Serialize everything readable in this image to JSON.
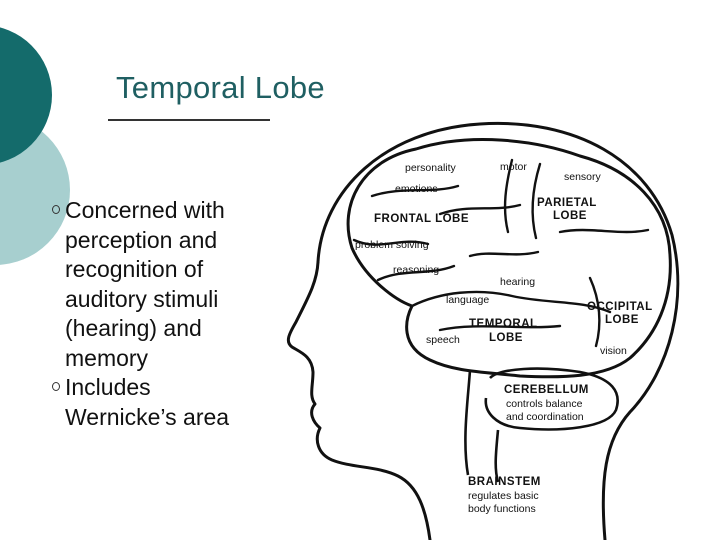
{
  "slide": {
    "title": "Temporal Lobe",
    "bullets": [
      {
        "lines": [
          "Concerned with",
          "perception and",
          "recognition of",
          "auditory stimuli",
          "(hearing) and",
          "memory"
        ]
      },
      {
        "lines": [
          "Includes",
          "Wernicke’s area"
        ]
      }
    ]
  },
  "diagram": {
    "labels": {
      "personality": "personality",
      "motor": "motor",
      "sensory": "sensory",
      "emotions": "emotions",
      "parietal_1": "PARIETAL",
      "parietal_2": "LOBE",
      "frontal": "FRONTAL LOBE",
      "problem_solving": "problem solving",
      "reasoning": "reasoning",
      "hearing": "hearing",
      "language": "language",
      "occipital_1": "OCCIPITAL",
      "occipital_2": "LOBE",
      "temporal_1": "TEMPORAL",
      "temporal_2": "LOBE",
      "speech": "speech",
      "vision": "vision",
      "cerebellum": "CEREBELLUM",
      "cerebellum_d1": "controls balance",
      "cerebellum_d2": "and coordination",
      "brainstem": "BRAINSTEM",
      "brainstem_d1": "regulates basic",
      "brainstem_d2": "body functions"
    }
  },
  "colors": {
    "accent_dark": "#146b6b",
    "accent_light": "#a7cfcf",
    "title": "#1f5f62"
  }
}
